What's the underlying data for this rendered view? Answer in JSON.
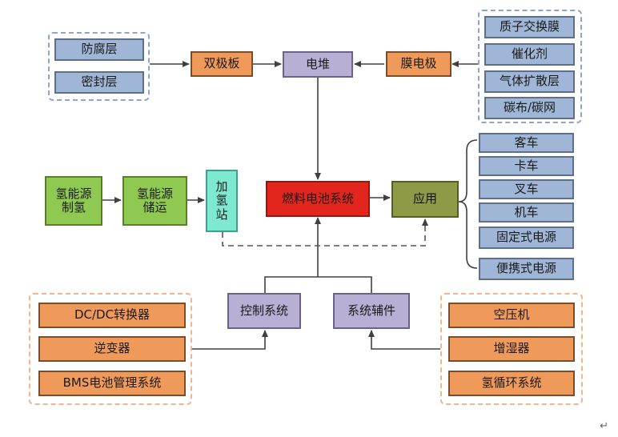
{
  "nodes": {
    "anticorrosion_layer": "防腐层",
    "sealing_layer": "密封层",
    "bipolar_plate": "双极板",
    "stack": "电堆",
    "membrane_electrode": "膜电极",
    "pem": "质子交换膜",
    "catalyst": "催化剂",
    "gas_diffusion_layer": "气体扩散层",
    "carbon_cloth": "碳布/碳网",
    "h2_production": "氢能源制氢",
    "h2_storage": "氢能源储运",
    "refueling_station": "加氢站",
    "fuel_cell_system": "燃料电池系统",
    "application": "应用",
    "bus": "客车",
    "truck": "卡车",
    "forklift": "叉车",
    "locomotive": "机车",
    "stationary_power": "固定式电源",
    "portable_power": "便携式电源",
    "control_system": "控制系统",
    "system_components": "系统辅件",
    "dcdc": "DC/DC转换器",
    "inverter": "逆变器",
    "bms": "BMS电池管理系统",
    "air_compressor": "空压机",
    "humidifier": "增湿器",
    "h2_circulation": "氢循环系统"
  },
  "colors": {
    "blue": "#9fb6d6",
    "orange": "#ef9a5a",
    "lavender": "#b9aed4",
    "green": "#8fc951",
    "teal": "#7fe8d0",
    "red": "#e2261e",
    "olive": "#8f9a47"
  }
}
